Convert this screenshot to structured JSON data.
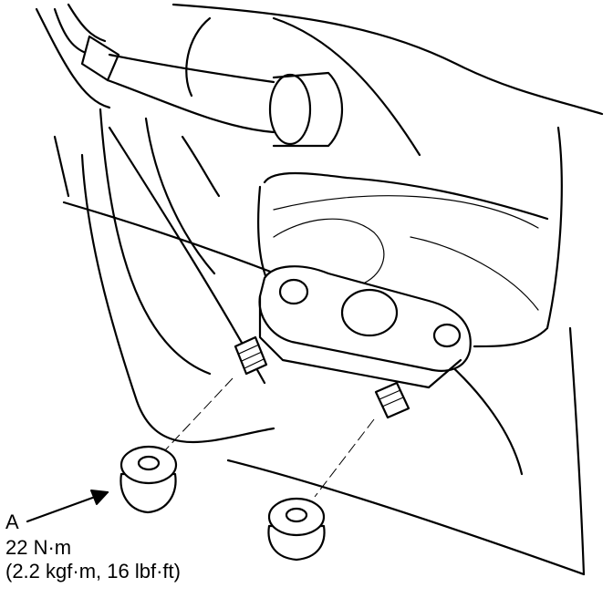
{
  "callout": {
    "letter": "A",
    "torque_nm": "22 N·m",
    "torque_alt": "(2.2 kgf·m, 16 lbf·ft)"
  }
}
